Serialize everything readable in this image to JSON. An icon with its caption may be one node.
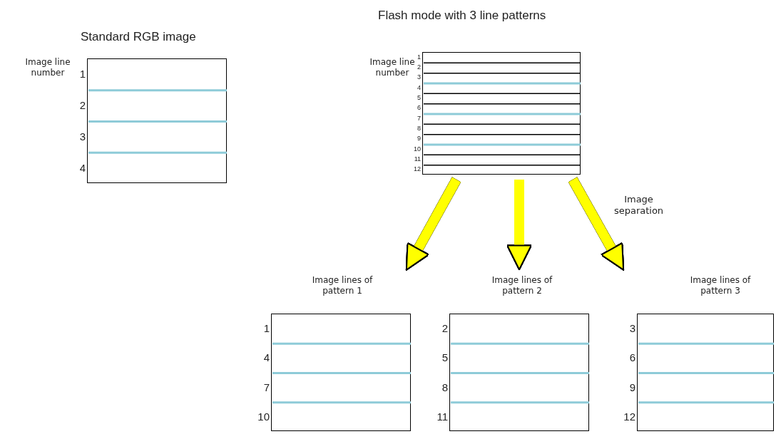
{
  "diagram": {
    "nodes": [
      {
        "text": [
          "Standard RGB image",
          "Image line number"
        ],
        "beside": [
          "1",
          "2",
          "3",
          "4"
        ]
      },
      {
        "text": [
          "Flash mode with 3 line patterns",
          "Image line number"
        ],
        "beside": [
          "1",
          "2",
          "3",
          "4",
          "5",
          "6",
          "7",
          "8",
          "9",
          "10",
          "11",
          "12"
        ]
      },
      {
        "text": [
          "Image lines of pattern 1"
        ],
        "beside": [
          "1",
          "4",
          "7",
          "10"
        ]
      },
      {
        "text": [
          "Image lines of pattern 2"
        ],
        "beside": [
          "2",
          "5",
          "8",
          "11"
        ]
      },
      {
        "text": [
          "Image lines of pattern 3"
        ],
        "beside": [
          "3",
          "6",
          "9",
          "12"
        ]
      }
    ],
    "edges": [
      {
        "from": 1,
        "to": 2,
        "arrow": "to"
      },
      {
        "from": 1,
        "to": 3,
        "arrow": "to"
      },
      {
        "from": 1,
        "to": 4,
        "arrow": "to"
      }
    ],
    "labels": [
      "Image separation"
    ]
  }
}
